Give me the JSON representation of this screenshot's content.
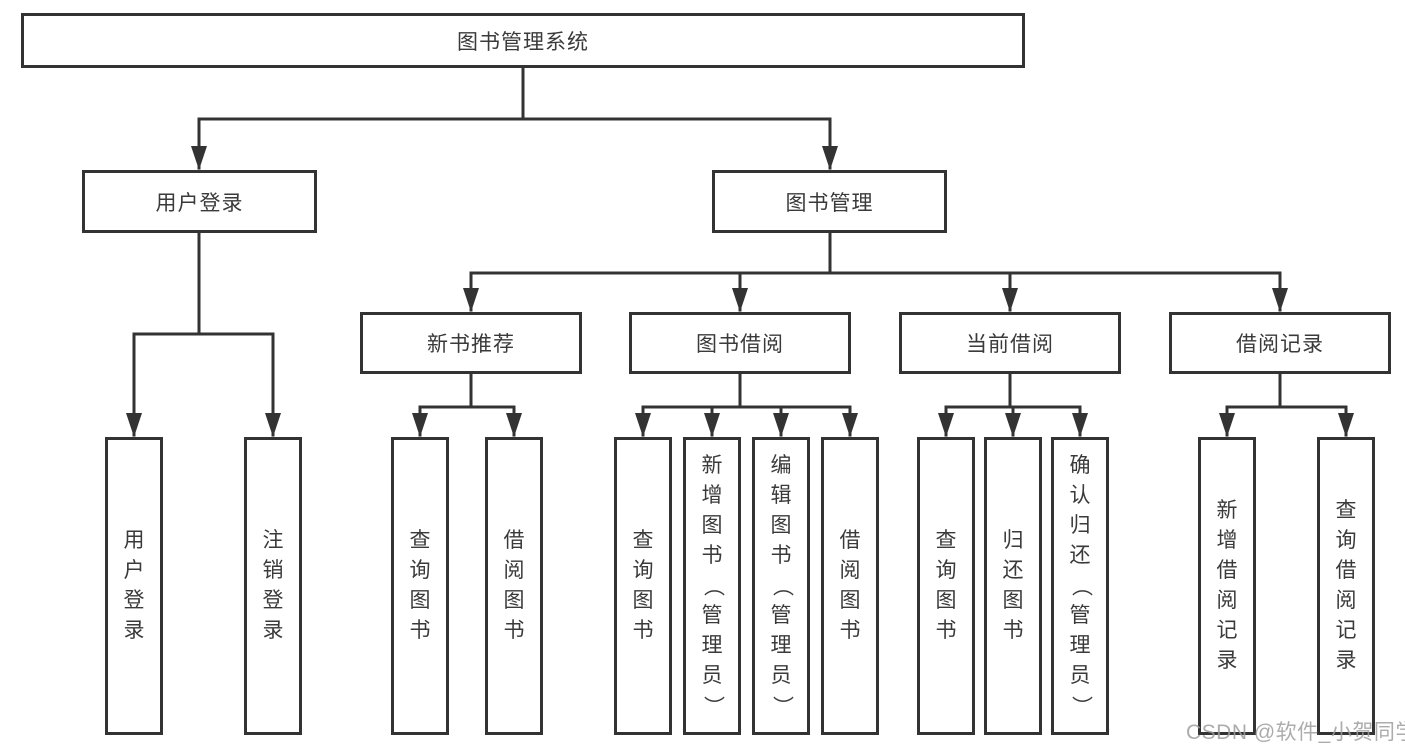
{
  "tree": {
    "root": {
      "label": "图书管理系统",
      "children": [
        {
          "label": "用户登录",
          "children": [
            {
              "label": "用户登录"
            },
            {
              "label": "注销登录"
            }
          ]
        },
        {
          "label": "图书管理",
          "children": [
            {
              "label": "新书推荐",
              "children": [
                {
                  "label": "查询图书"
                },
                {
                  "label": "借阅图书"
                }
              ]
            },
            {
              "label": "图书借阅",
              "children": [
                {
                  "label": "查询图书"
                },
                {
                  "label": "新增图书（管理员）"
                },
                {
                  "label": "编辑图书（管理员）"
                },
                {
                  "label": "借阅图书"
                }
              ]
            },
            {
              "label": "当前借阅",
              "children": [
                {
                  "label": "查询图书"
                },
                {
                  "label": "归还图书"
                },
                {
                  "label": "确认归还（管理员）"
                }
              ]
            },
            {
              "label": "借阅记录",
              "children": [
                {
                  "label": "新增借阅记录"
                },
                {
                  "label": "查询借阅记录"
                }
              ]
            }
          ]
        }
      ]
    }
  },
  "watermark": {
    "text": "CSDN @软件_小贺同学"
  },
  "colors": {
    "line": "#333333",
    "text": "#3a3a3a",
    "watermark": "#9e9e9e"
  }
}
